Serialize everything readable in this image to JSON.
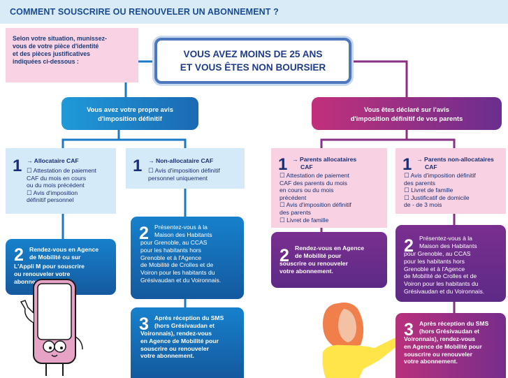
{
  "header": {
    "title": "COMMENT SOUSCRIRE OU RENOUVELER UN ABONNEMENT ?"
  },
  "intro": {
    "lines": [
      "Selon votre situation, munissez-",
      "vous de votre pièce d'identité",
      "et des pièces justificatives",
      "indiquées ci-dessous :"
    ]
  },
  "main": {
    "lines": [
      "VOUS AVEZ MOINS DE 25 ANS",
      "ET VOUS ÊTES NON BOURSIER"
    ]
  },
  "branches": {
    "left": {
      "lines": [
        "Vous avez votre propre avis",
        "d'imposition définitif"
      ]
    },
    "right": {
      "lines": [
        "Vous êtes déclaré sur l'avis",
        "d'imposition définitif de vos parents"
      ]
    }
  },
  "categories": {
    "caf": {
      "number": "1",
      "title": [
        "→ Allocataire CAF"
      ],
      "items": [
        "☐ Attestation de paiement",
        "   CAF du mois en cours",
        "   ou du mois précédent",
        "☐ Avis d'imposition",
        "   définitif personnel"
      ]
    },
    "non_caf": {
      "number": "1",
      "title": [
        "→ Non-allocataire CAF"
      ],
      "items": [
        "☐ Avis d'imposition définitif",
        "   personnel uniquement"
      ]
    },
    "parents_caf": {
      "number": "1",
      "title": [
        "→ Parents allocataires",
        "CAF"
      ],
      "items": [
        "☐ Attestation de paiement",
        "   CAF des parents du mois",
        "   en cours ou du mois",
        "   précédent",
        "☐ Avis d'imposition définitif",
        "   des parents",
        "☐ Livret de famille"
      ]
    },
    "parents_non_caf": {
      "number": "1",
      "title": [
        "→ Parents non-allocataires",
        "CAF"
      ],
      "items": [
        "☐ Avis d'imposition définitif",
        "   des parents",
        "☐ Livret de famille",
        "☐ Justificatif de domicile",
        "   de - de 3 mois"
      ]
    }
  },
  "steps": {
    "agence_appli": {
      "number": "2",
      "lines": [
        "Rendez-vous en Agence",
        "de Mobilité ou sur",
        "L'Appli M pour souscrire",
        "ou renouveler votre",
        "abonnement."
      ]
    },
    "maison_left": {
      "number": "2",
      "lines": [
        "Présentez-vous à la",
        "Maison des Habitants",
        "pour Grenoble, au CCAS",
        "pour les habitants hors",
        "Grenoble et à l'Agence",
        "de Mobilité de Crolles et de",
        "Voiron pour les habitants du",
        "Grésivaudan et du Voironnais."
      ]
    },
    "sms_left": {
      "number": "3",
      "lines": [
        "Après réception du SMS",
        "(hors Grésivaudan et",
        "Voironnais), rendez-vous",
        "en Agence de Mobilité pour",
        "souscrire ou renouveler",
        "votre abonnement."
      ]
    },
    "agence_right": {
      "number": "2",
      "lines": [
        "Rendez-vous en Agence",
        "de Mobilité pour",
        "souscrire ou renouveler",
        "votre abonnement."
      ]
    },
    "maison_right": {
      "number": "2",
      "lines": [
        "Présentez-vous à la",
        "Maison des Habitants",
        "pour Grenoble, au CCAS",
        "pour les habitants hors",
        "Grenoble et à l'Agence",
        "de Mobilité de Crolles et de",
        "Voiron pour les habitants du",
        "Grésivaudan et du Voironnais."
      ]
    },
    "sms_right": {
      "number": "3",
      "lines": [
        "Après réception du SMS",
        "(hors Grésivaudan et",
        "Voironnais), rendez-vous",
        "en Agence de Mobilité pour",
        "souscrire ou renouveler",
        "votre abonnement."
      ]
    }
  },
  "colors": {
    "navy": "#1a2f73",
    "blue_step": "#1781cc",
    "purple_step": "#6b2e8f",
    "pink": "#f8d2e2",
    "light_blue": "#d5eaf8"
  }
}
